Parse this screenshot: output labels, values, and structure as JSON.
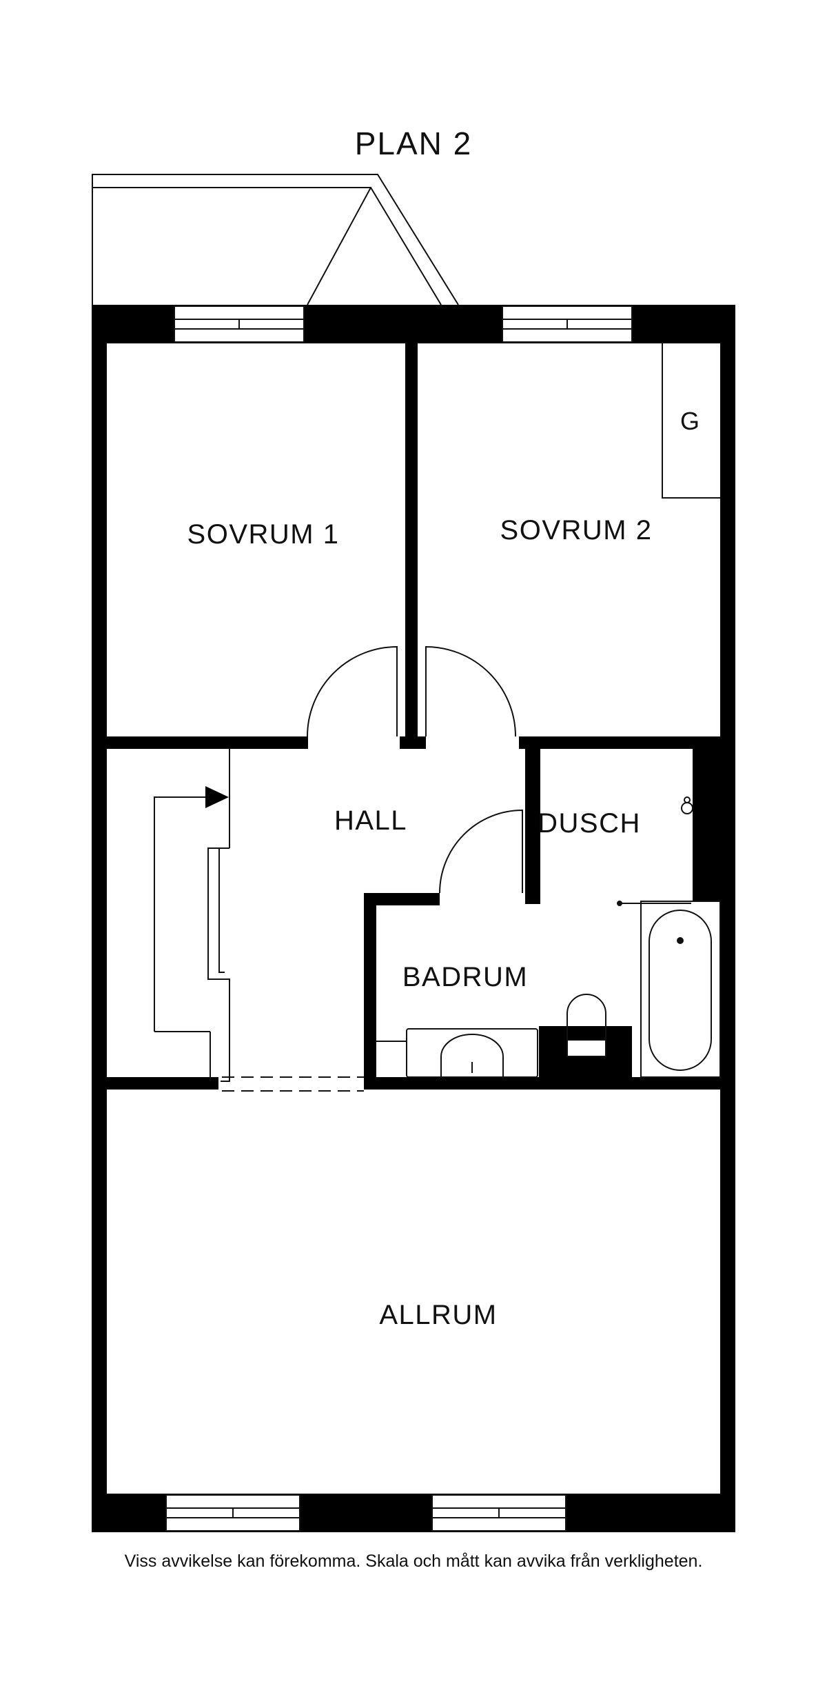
{
  "plan": {
    "title": "PLAN 2",
    "rooms": {
      "sovrum1": "SOVRUM 1",
      "sovrum2": "SOVRUM 2",
      "hall": "HALL",
      "dusch": "DUSCH",
      "badrum": "BADRUM",
      "allrum": "ALLRUM",
      "g": "G"
    },
    "disclaimer": "Viss avvikelse kan förekomma. Skala och mått kan avvika från verkligheten."
  }
}
